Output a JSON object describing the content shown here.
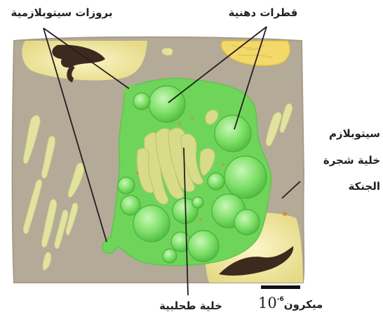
{
  "labels": {
    "cytoplasmic_projections": "بروزات سيتوبلازمية",
    "oil_droplets": "قطرات دهنية",
    "cytoplasm": "سيتوبلازم",
    "pith_cell_line1": "خلية شجرة",
    "pith_cell_line2": "الجنكة",
    "parasite_cell": "خلية طحلبية",
    "scale_number": "10",
    "scale_exponent": "-6",
    "scale_unit": "ميكرون"
  },
  "colors": {
    "background_tissue": "#b4aa98",
    "host_cell_yellow": "#f0e8a2",
    "nucleus_dark": "#3d2a1e",
    "algal_cell_green": "#6fd55a",
    "droplet_green": "#7fe06a",
    "chloroplast_stripes": "#d8dc8a",
    "label_text": "#231f20",
    "scale_bar": "#111111"
  }
}
